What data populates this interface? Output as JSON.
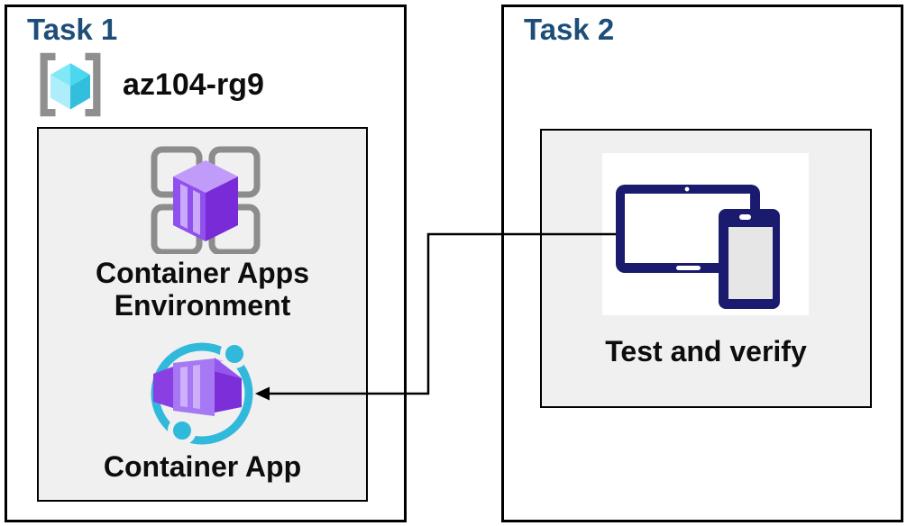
{
  "colors": {
    "task_title": "#1d4e79",
    "box_border": "#000000",
    "group_fill": "#f0f0f0",
    "label_text": "#0d0d0d",
    "bracket_gray": "#8f8f8f",
    "grid_gray": "#8c8c8c",
    "cyan_accent": "#32bedd",
    "purple_accent": "#8b46e8",
    "device_navy": "#1a1a6e",
    "connector": "#000000"
  },
  "task1": {
    "title": "Task 1",
    "resource_group_name": "az104-rg9",
    "nodes": [
      {
        "label": "Container Apps Environment",
        "icon": "container-apps-environment-icon"
      },
      {
        "label": "Container App",
        "icon": "container-app-icon"
      }
    ]
  },
  "task2": {
    "title": "Task 2",
    "nodes": [
      {
        "label": "Test and verify",
        "icon": "devices-icon"
      }
    ]
  },
  "connector": {
    "style": "elbow-arrow",
    "points_to": "container-app"
  }
}
